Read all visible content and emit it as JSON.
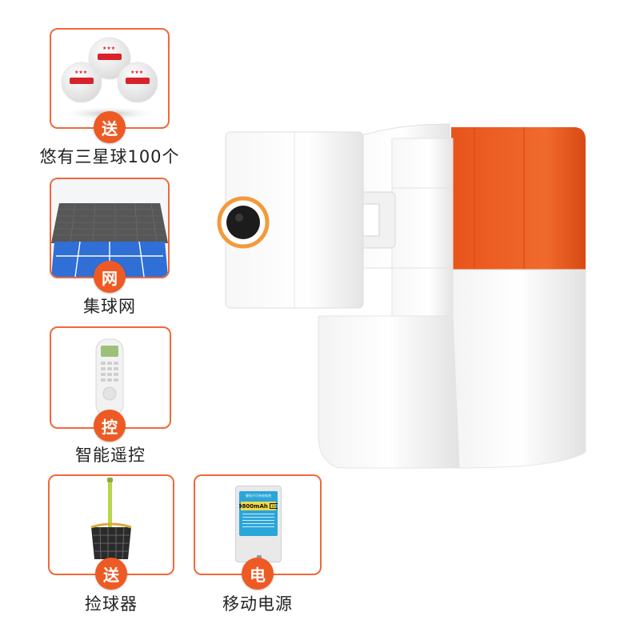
{
  "accessories": [
    {
      "badge": "送",
      "caption": "悠有三星球100个"
    },
    {
      "badge": "网",
      "caption": "集球网"
    },
    {
      "badge": "控",
      "caption": "智能遥控"
    },
    {
      "badge": "送",
      "caption": "捡球器"
    },
    {
      "badge": "电",
      "caption": "移动电源"
    }
  ],
  "battery_label": {
    "brand": "锂电子可充电电池",
    "capacity": "9800mAh",
    "voltage": "12v"
  },
  "colors": {
    "accent": "#ee5a24",
    "border": "#f1683a",
    "hopper": "#e8541b"
  }
}
